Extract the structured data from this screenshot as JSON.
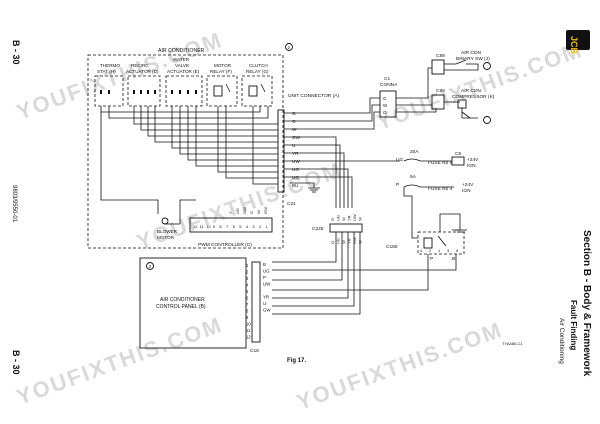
{
  "page": {
    "page_label": "B - 30",
    "doc_number": "9803/9550-01",
    "section_title": "Section B - Body & Framework",
    "section_subtitle": "Fault Finding",
    "section_topic": "Air Conditioning",
    "logo_text": "JCB",
    "figure_caption": "Fig 17.",
    "drawing_ref": "TYA480-C1",
    "watermark": "YOUFIXTHIS.COM"
  },
  "diagram": {
    "ac_unit_label": "AIR CONDITIONER",
    "ac_unit_badge": "2",
    "thermostat_label": [
      "THERMO",
      "STAT (H)"
    ],
    "recirc_label": [
      "RECIRC",
      "ACTUATOR (D)"
    ],
    "water_valve_label": [
      "WATER",
      "VALVE",
      "ACTUATOR (E)"
    ],
    "motor_relay_label": [
      "MOTOR",
      "RELAY (F)"
    ],
    "clutch_relay_label": [
      "CLUTCH",
      "RELAY (G)"
    ],
    "unit_connector_label": "UNIT CONNECTOR (A)",
    "unit_connector_wires": [
      "G",
      "O",
      "W",
      "GW",
      "U",
      "YR",
      "UW",
      "UG",
      "UO",
      "BU"
    ],
    "unit_connector_ref": "C21",
    "blower_label": [
      "BLOWER",
      "MOTOR"
    ],
    "controller_label": "PWM CONTROLLER (C)",
    "controller_pins": [
      "12",
      "11",
      "10",
      "9",
      "8",
      "7",
      "6",
      "5",
      "4",
      "3",
      "2",
      "1"
    ],
    "controller_wires": [
      "Y",
      "UG",
      "GW",
      "G",
      "W",
      "GW"
    ],
    "conna_label": [
      "C1",
      "CONNA"
    ],
    "conna_pins": [
      "G",
      "W",
      "O"
    ],
    "c89_label": "C89",
    "c90_label": "C90",
    "binary_sw_label": [
      "AIR CON",
      "BINARY SW (J)"
    ],
    "compressor_label": [
      "AIR CON",
      "COMPRESSOR (K)"
    ],
    "fuse6_wire": "UG",
    "fuse6_amp": "20A",
    "fuse6_label": "FUSE No 6",
    "fuse6_supply": [
      "+24V",
      "IGN"
    ],
    "fuse6_conn": "C5",
    "fuse4_wire": "P",
    "fuse4_amp": "5A",
    "fuse4_label": "FUSE No 4",
    "fuse4_supply": [
      "+24V",
      "IGN"
    ],
    "c225_label": "C225",
    "c225_wires": [
      "O",
      "UG",
      "W",
      "YR",
      "UW",
      "W"
    ],
    "c180_label": "C180",
    "c180_pins": [
      "4",
      "2",
      "1",
      "3",
      "9"
    ],
    "c180_sides": [
      "P",
      "B"
    ],
    "control_panel_badge": "3",
    "control_panel_label": [
      "AIR CONDITIONER",
      "CONTROL PANEL (B)"
    ],
    "c18_pins": [
      "1",
      "2",
      "3",
      "4",
      "5",
      "6",
      "7",
      "8",
      "9",
      "10",
      "11",
      "12"
    ],
    "c18_wires": [
      "B",
      "UG",
      "P",
      "UW",
      "",
      "YR",
      "U",
      "GW"
    ],
    "c18_ref": "C18"
  }
}
